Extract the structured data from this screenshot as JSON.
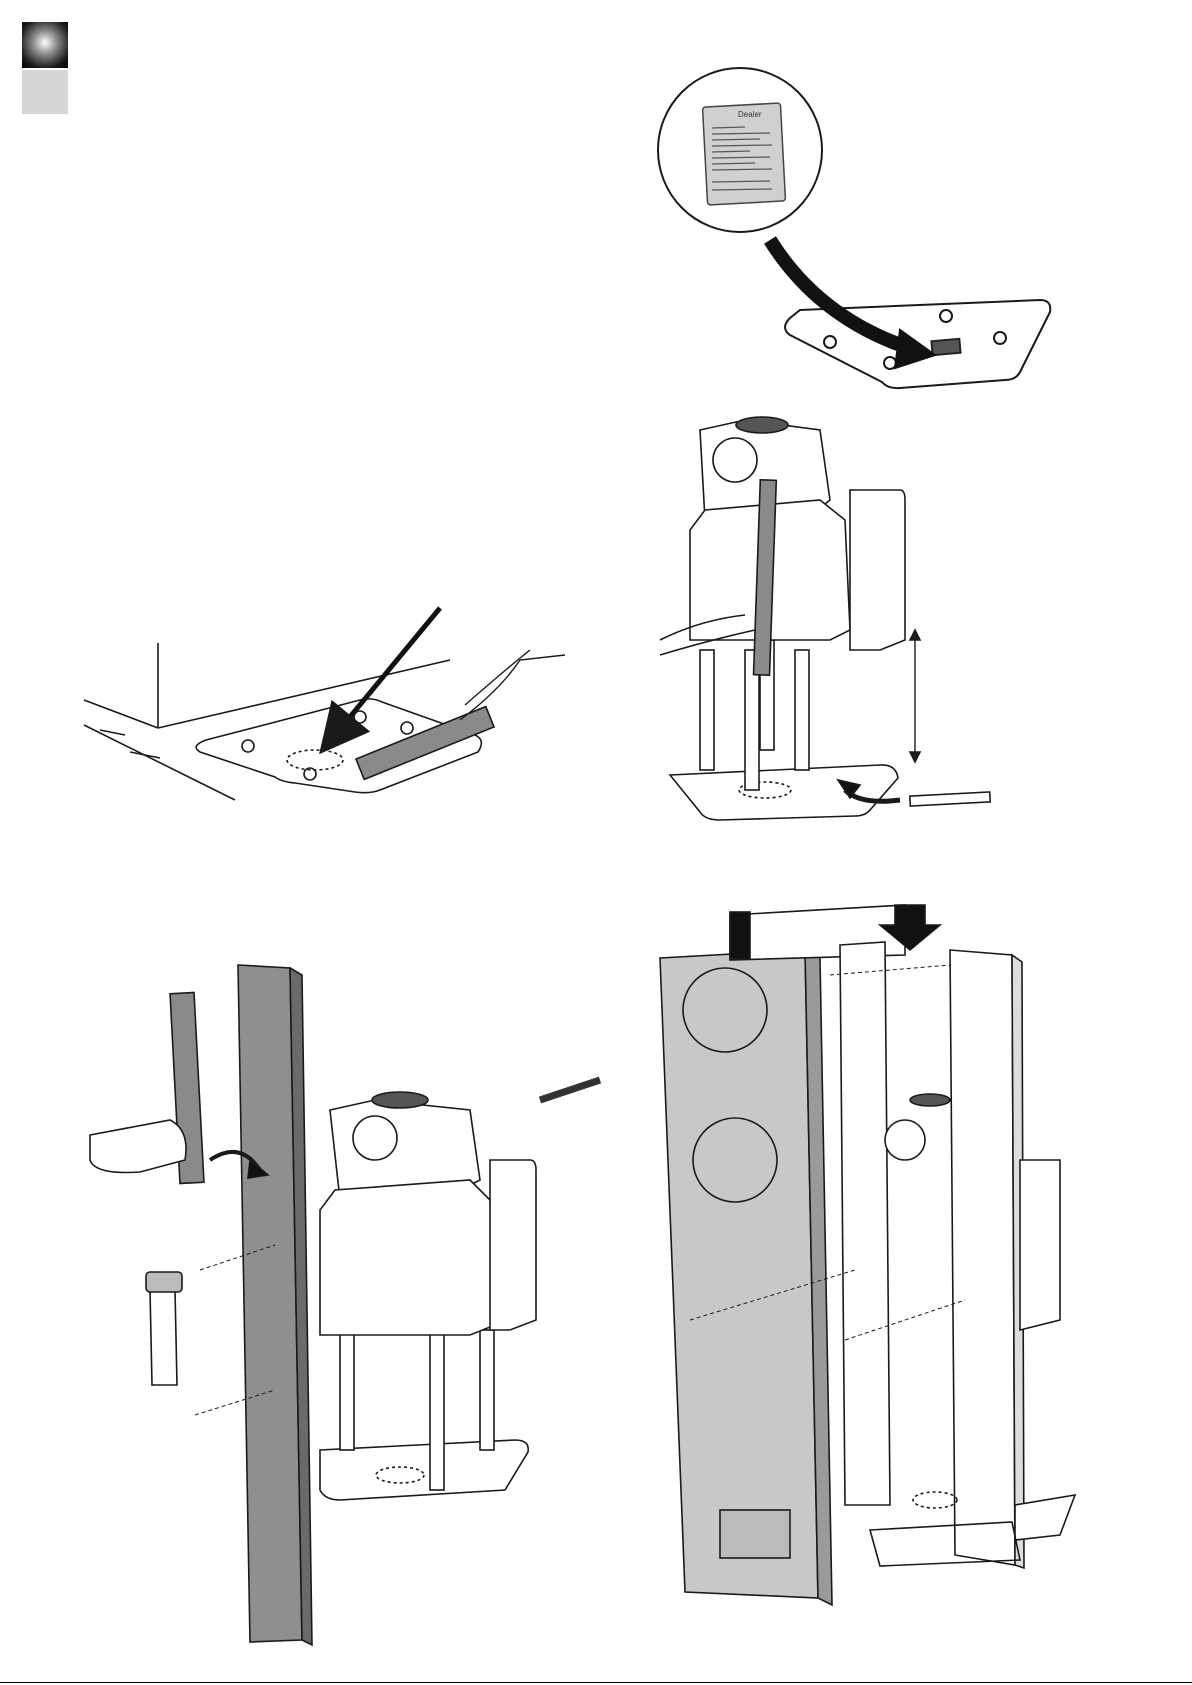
{
  "tabs": {
    "dark": "section-marker",
    "light": "section-marker"
  },
  "plate": {
    "label_lines": [
      "Dealer",
      "",
      "",
      "",
      ""
    ]
  },
  "colors": {
    "line": "#1a1a1a",
    "panel": "#c8c8c8",
    "panel_dark": "#9a9a9a",
    "rail": "#8f8f8f"
  }
}
